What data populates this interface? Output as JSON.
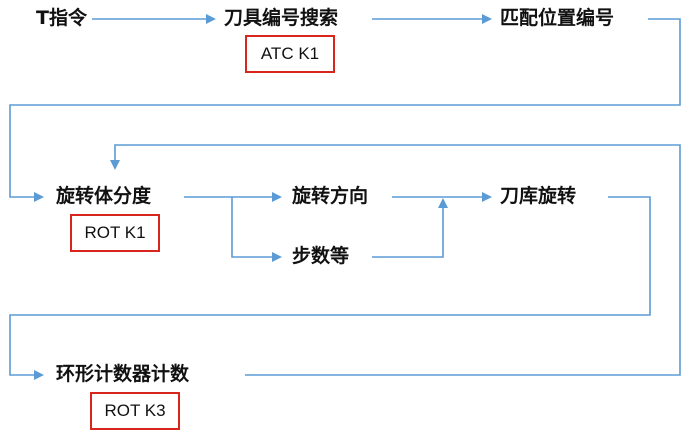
{
  "nodes": {
    "t_command": "T指令",
    "tool_number_search": "刀具编号搜索",
    "match_position_number": "匹配位置编号",
    "rotary_indexing": "旋转体分度",
    "rotation_direction": "旋转方向",
    "step_count": "步数等",
    "magazine_rotation": "刀库旋转",
    "ring_counter_count": "环形计数器计数"
  },
  "tags": {
    "atc_k1": "ATC K1",
    "rot_k1": "ROT K1",
    "rot_k3": "ROT K3"
  },
  "colors": {
    "arrow": "#5b9bd5",
    "tag_border": "#d9261c",
    "text": "#111111"
  }
}
